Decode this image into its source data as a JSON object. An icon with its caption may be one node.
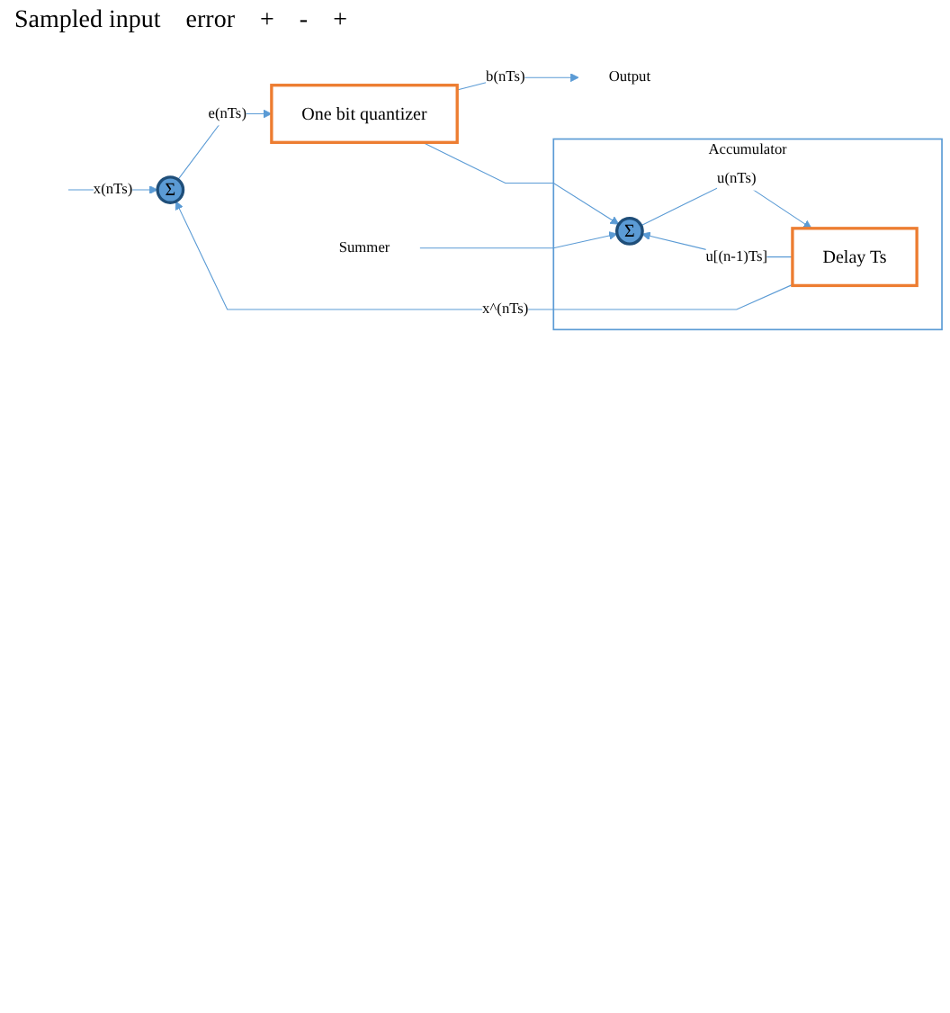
{
  "diagram": {
    "nodes": [
      {
        "text": [
          "Σ"
        ]
      },
      {
        "text": [
          "One bit quantizer"
        ]
      },
      {
        "text": [
          "Output"
        ]
      },
      {
        "text": [
          "Accumulator"
        ]
      },
      {
        "text": [
          "Σ"
        ],
        "in": 3
      },
      {
        "text": [
          "Summer"
        ]
      },
      {
        "text": [
          "Delay Ts"
        ],
        "in": 3
      }
    ],
    "edges": [
      {
        "from": null,
        "to": 0,
        "arrow": "to",
        "label": "x(nTs)"
      },
      {
        "from": 0,
        "to": 1,
        "arrow": "to",
        "label": "e(nTs)"
      },
      {
        "from": 1,
        "to": 2,
        "arrow": "to",
        "label": "b(nTs)"
      },
      {
        "from": 1,
        "to": 4,
        "arrow": "to"
      },
      {
        "from": 5,
        "to": 4,
        "arrow": "to"
      },
      {
        "from": 4,
        "to": 6,
        "arrow": "to",
        "label": "u(nTs)"
      },
      {
        "from": 6,
        "to": 0,
        "arrow": "to",
        "label": "x^(nTs)"
      },
      {
        "from": 6,
        "to": 4,
        "arrow": "to",
        "label": "u[(n-1)Ts]"
      }
    ],
    "labels": [
      "Sampled input",
      "error",
      "+",
      "-",
      "+"
    ]
  }
}
